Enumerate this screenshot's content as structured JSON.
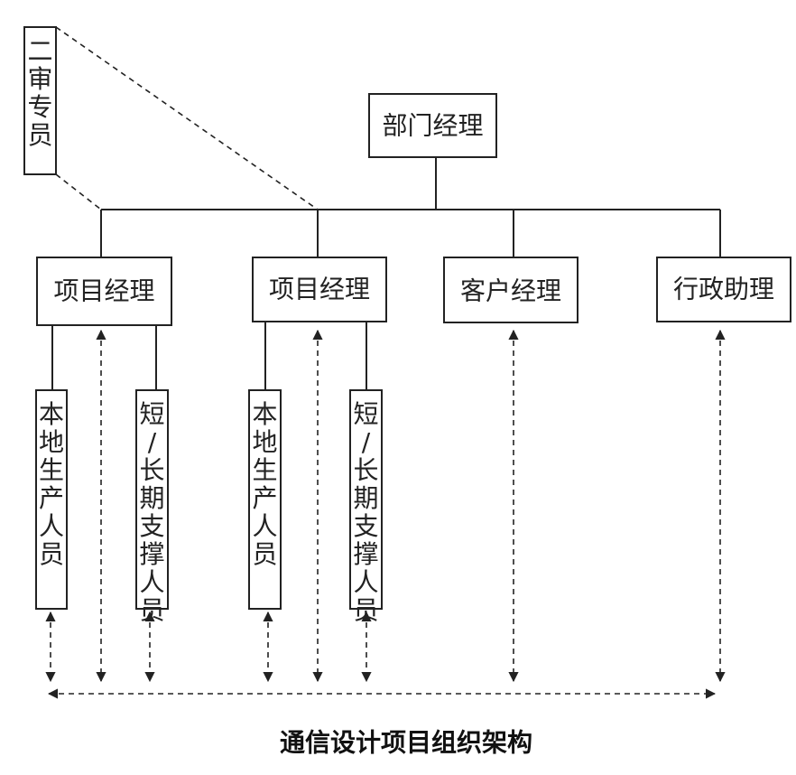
{
  "nodes": {
    "dept_manager": "部门经理",
    "reviewer": "二审专员",
    "pm1": "项目经理",
    "pm2": "项目经理",
    "account_manager": "客户经理",
    "admin_assistant": "行政助理",
    "local1": "本地生产人员",
    "support1": "短/长期支撑人员",
    "local2": "本地生产人员",
    "support2": "短/长期支撑人员"
  },
  "caption": "通信设计项目组织架构",
  "colors": {
    "line": "#222222",
    "background": "#ffffff"
  }
}
